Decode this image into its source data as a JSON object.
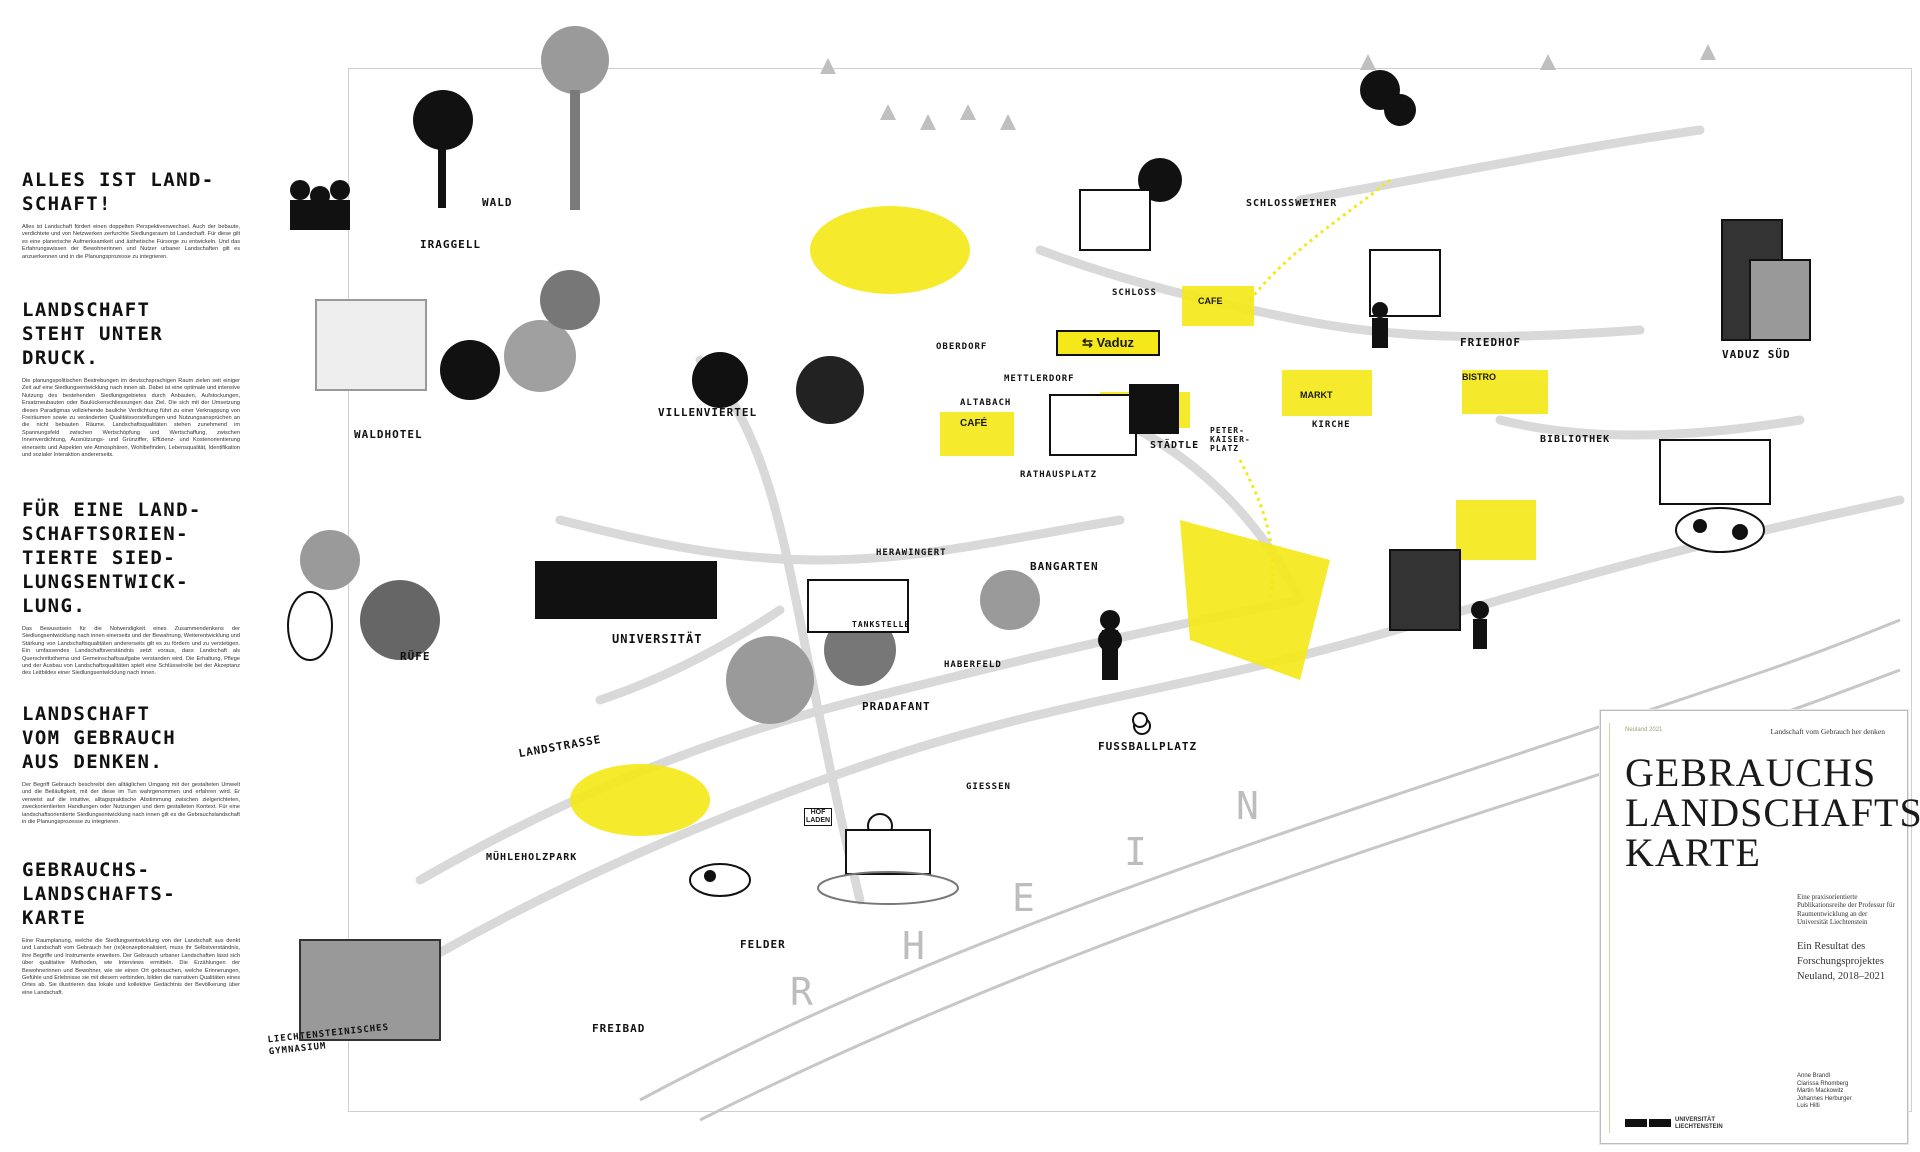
{
  "left_column": {
    "sections": [
      {
        "title": "ALLES IST LAND-\nSCHAFT!",
        "body": "Alles ist Landschaft fördert einen doppelten Perspektivenwechsel. Auch der bebaute, verdichtete und von Netzwerken zerfurchte Siedlungsraum ist Landschaft. Für diese gilt es eine planerische Aufmerksamkeit und ästhetische Fürsorge zu entwickeln. Und das Erfahrungswissen der Bewohnerinnen und Nutzer urbaner Landschaften gilt es anzuerkennen und in die Planungsprozesse zu integrieren."
      },
      {
        "title": "LANDSCHAFT\nSTEHT UNTER\nDRUCK.",
        "body": "Die planungspolitischen Bestrebungen im deutschsprachigen Raum zielen seit einiger Zeit auf eine Siedlungsentwicklung nach innen ab. Dabei ist eine optimale und intensive Nutzung des bestehenden Siedlungsgebietes durch Anbauten, Aufstockungen, Ersatzneubauten oder Baulückenschliessungen das Ziel. Die sich mit der Umsetzung dieses Paradigmas vollziehende bauliche Verdichtung führt zu einer Verknappung von Freiräumen sowie zu veränderten Qualitätsvorstellungen und Nutzungsansprüchen an die nicht bebauten Räume. Landschaftsqualitäten stehen zunehmend im Spannungsfeld zwischen Wertschöpfung und Wertschaffung, zwischen Innenverdichtung, Ausnützungs- und Grünziffer, Effizienz- und Kostenorientierung einerseits und Aspekten wie Atmosphären, Wohlbefinden, Lebensqualität, Identifikation und sozialer Interaktion andererseits."
      },
      {
        "title": "FÜR EINE LAND-\nSCHAFTSORIEN-\nTIERTE SIED-\nLUNGSENTWICK-\nLUNG.",
        "body": "Das Bewusstsein für die Notwendigkeit eines Zusammendenkens der Siedlungsentwicklung nach innen einerseits und der Bewahrung, Weiterentwicklung und Stärkung von Landschaftsqualitäten andererseits gilt es zu fördern und zu verstetigen. Ein umfassendes Landschaftsverständnis setzt voraus, dass Landschaft als Querschnittsthema und Gemeinschaftsaufgabe verstanden wird. Die Erhaltung, Pflege und der Ausbau von Landschaftsqualitäten spielt eine Schlüsselrolle bei der Akzeptanz des Leitbildes einer Siedlungsentwicklung nach innen."
      },
      {
        "title": "LANDSCHAFT\nVOM GEBRAUCH\nAUS DENKEN.",
        "body": "Der Begriff Gebrauch beschreibt den alltäglichen Umgang mit der gestalteten Umwelt und die Beiläufigkeit, mit der diese im Tun wahrgenommen und erfahren wird. Er verweist auf die intuitive, alltagspraktische Abstimmung zwischen zielgerichteten, zweckorientierten Handlungen oder Nutzungen und dem gestalteten Kontext. Für eine landschaftsorientierte Siedlungsentwicklung nach innen gilt es die Gebrauchslandschaft in die Planungsprozesse zu integrieren."
      },
      {
        "title": "GEBRAUCHS-\nLANDSCHAFTS-\nKARTE",
        "body": "Eine Raumplanung, welche die Siedlungsentwicklung von der Landschaft aus denkt und Landschaft vom Gebrauch her (re)konzeptionalisiert, muss ihr Selbstverständnis, ihre Begriffe und Instrumente erweitern. Der Gebrauch urbaner Landschaften lässt sich über qualitative Methoden, wie Interviews ermitteln. Die Erzählungen der Bewohnerinnen und Bewohner, wie sie einen Ort gebrauchen, welche Erinnerungen, Gefühle und Erlebnisse sie mit diesem verbinden, bilden die narrativen Qualitäten eines Ortes ab. Sie illustrieren das lokale und kollektive Gedächtnis der Bevölkerung über eine Landschaft."
      }
    ]
  },
  "map": {
    "labels": [
      {
        "id": "wald",
        "text": "WALD"
      },
      {
        "id": "iraggell",
        "text": "IRAGGELL"
      },
      {
        "id": "waldhotel",
        "text": "WALDHOTEL"
      },
      {
        "id": "rufe",
        "text": "RÜFE"
      },
      {
        "id": "villenviertel",
        "text": "VILLENVIERTEL"
      },
      {
        "id": "oberdorf",
        "text": "OBERDORF"
      },
      {
        "id": "mettlerdorf",
        "text": "METTLERDORF"
      },
      {
        "id": "altabach",
        "text": "ALTABACH"
      },
      {
        "id": "schloss",
        "text": "SCHLOSS"
      },
      {
        "id": "schlossweiher",
        "text": "SCHLOSSWEIHER"
      },
      {
        "id": "friedhof",
        "text": "FRIEDHOF"
      },
      {
        "id": "vaduz_sud",
        "text": "VADUZ SÜD"
      },
      {
        "id": "kirche",
        "text": "KIRCHE"
      },
      {
        "id": "stadtle",
        "text": "STÄDTLE"
      },
      {
        "id": "peter_kaiser",
        "text": "PETER-\nKAISER-\nPLATZ"
      },
      {
        "id": "rathausplatz",
        "text": "RATHAUSPLATZ"
      },
      {
        "id": "bibliothek",
        "text": "BIBLIOTHEK"
      },
      {
        "id": "universitat",
        "text": "UNIVERSITÄT"
      },
      {
        "id": "herawingert",
        "text": "HERAWINGERT"
      },
      {
        "id": "tankstelle",
        "text": "TANKSTELLE"
      },
      {
        "id": "bangarten",
        "text": "BANGARTEN"
      },
      {
        "id": "haberfeld",
        "text": "HABERFELD"
      },
      {
        "id": "pradafant",
        "text": "PRADAFANT"
      },
      {
        "id": "landstrasse",
        "text": "LANDSTRASSE"
      },
      {
        "id": "giessen",
        "text": "GIESSEN"
      },
      {
        "id": "fussballplatz",
        "text": "FUSSBALLPLATZ"
      },
      {
        "id": "muhleholzpark",
        "text": "MÜHLEHOLZPARK"
      },
      {
        "id": "felder",
        "text": "FELDER"
      },
      {
        "id": "freibad",
        "text": "FREIBAD"
      },
      {
        "id": "gymnasium",
        "text": "LIECHTENSTEINISCHES\nGYMNASIUM"
      }
    ],
    "signs": {
      "vaduz": "Vaduz",
      "cafe1": "CAFE",
      "cafe2": "CAFÉ",
      "markt": "MARKT",
      "hofladen": "HOF\nLADEN",
      "bistro": "BISTRO"
    },
    "river_letters": [
      "R",
      "H",
      "E",
      "I",
      "N"
    ],
    "colors": {
      "accent_yellow": "#f4e81a",
      "ink": "#1a1a1a",
      "grey": "#b5b5b5",
      "road": "#d8d8d8"
    }
  },
  "cover": {
    "top_left": "Neuland 2021",
    "top_right": "Landschaft vom Gebrauch her denken",
    "title_lines": [
      "GEBRAUCHS",
      "LANDSCHAFTS",
      "KARTE"
    ],
    "description": "Eine praxisorientierte Publikationsreihe der Professur für Raumentwicklung an der Universität Liechtenstein",
    "result_lines": [
      "Ein Resultat des",
      "Forschungsprojektes",
      "Neuland, 2018–2021"
    ],
    "authors": [
      "Anne Brandl",
      "Clarissa Rhomberg",
      "Martin Mackowitz",
      "Johannes Herburger",
      "Luis Hilti"
    ],
    "university": [
      "UNIVERSITÄT",
      "LIECHTENSTEIN"
    ]
  }
}
